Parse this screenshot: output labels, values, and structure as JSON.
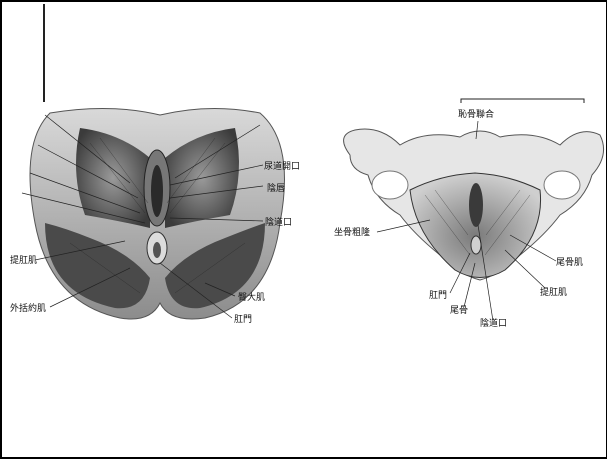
{
  "figure_left": {
    "labels": {
      "urethral_opening": "尿道開口",
      "labia": "陰唇",
      "vaginal_opening": "陰道口",
      "levator_ani": "提肛肌",
      "external_sphincter": "外括約肌",
      "gluteus_maximus": "臀大肌",
      "anus": "肛門"
    }
  },
  "figure_right": {
    "labels": {
      "pubic_symphysis": "恥骨聯合",
      "ischial_tuberosity": "坐骨粗隆",
      "coccygeus": "尾骨肌",
      "levator_ani": "提肛肌",
      "anus": "肛門",
      "coccyx": "尾骨",
      "vaginal_opening": "陰道口"
    }
  },
  "colors": {
    "border": "#000000",
    "muscle_dark": "#3a3a3a",
    "muscle_light": "#bdbdbd",
    "bone": "#e3e3e3"
  }
}
